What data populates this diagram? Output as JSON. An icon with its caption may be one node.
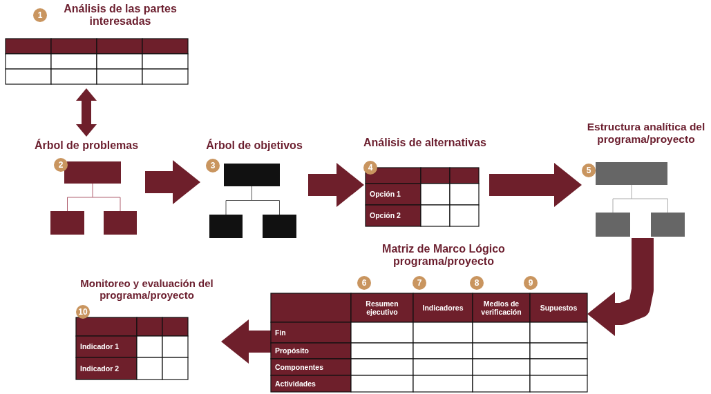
{
  "diagram": {
    "nodes": [
      {
        "text": [
          "1",
          "Análisis de las partes interesadas"
        ]
      },
      {
        "text": [
          "Árbol de problemas",
          "2"
        ]
      },
      {
        "text": [
          "Árbol de objetivos",
          "3"
        ]
      },
      {
        "text": [
          "Análisis de alternativas",
          "4",
          "Opción 1",
          "Opción 2"
        ]
      },
      {
        "text": [
          "Estructura analítica del programa/proyecto",
          "5"
        ]
      },
      {
        "text": [
          "Matriz de Marco Lógico programa/proyecto",
          "6",
          "7",
          "8",
          "9",
          "Resumen ejecutivo",
          "Indicadores",
          "Medios de verificación",
          "Supuestos",
          "Fin",
          "Propósito",
          "Componentes",
          "Actividades"
        ]
      },
      {
        "text": [
          "Monitoreo y evaluación del programa/proyecto",
          "10",
          "Indicador 1",
          "Indicador 2"
        ]
      }
    ],
    "edges": [
      {
        "from": 0,
        "to": 1,
        "arrow": "both"
      },
      {
        "from": 1,
        "to": 2,
        "arrow": "to"
      },
      {
        "from": 2,
        "to": 3,
        "arrow": "to"
      },
      {
        "from": 3,
        "to": 4,
        "arrow": "to"
      },
      {
        "from": 4,
        "to": 5,
        "arrow": "to"
      },
      {
        "from": 5,
        "to": 6,
        "arrow": "to"
      }
    ]
  }
}
